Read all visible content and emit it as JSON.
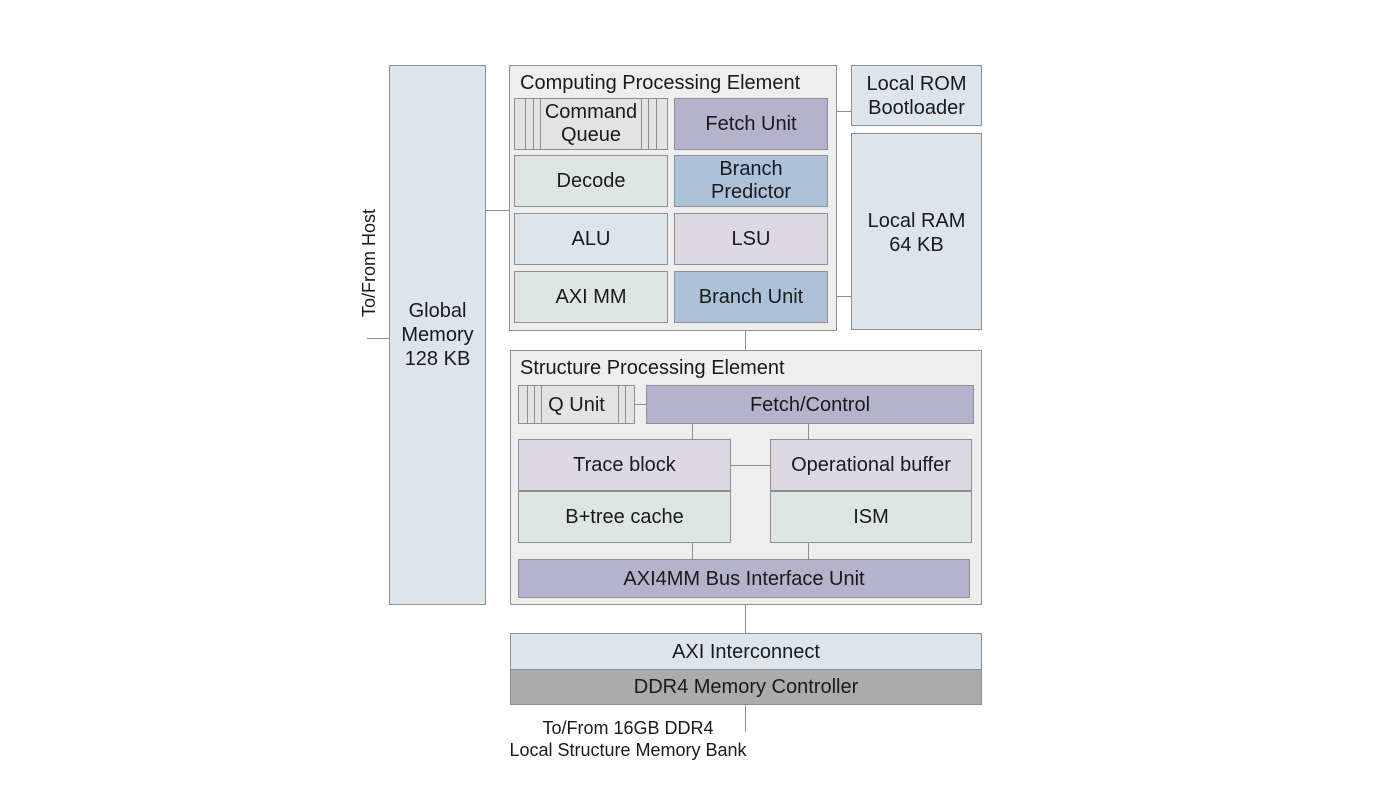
{
  "host_label": "To/From Host",
  "global_memory": "Global\nMemory\n128 KB",
  "computing_pe": {
    "title": "Computing Processing Element",
    "command_queue": "Command\nQueue",
    "fetch_unit": "Fetch Unit",
    "decode": "Decode",
    "branch_predictor": "Branch\nPredictor",
    "alu": "ALU",
    "lsu": "LSU",
    "axi_mm": "AXI MM",
    "branch_unit": "Branch Unit"
  },
  "local_rom": "Local ROM\nBootloader",
  "local_ram": "Local RAM\n64 KB",
  "structure_pe": {
    "title": "Structure Processing Element",
    "q_unit": "Q Unit",
    "fetch_control": "Fetch/Control",
    "trace_block": "Trace block",
    "operational_buffer": "Operational buffer",
    "btree_cache": "B+tree cache",
    "ism": "ISM",
    "axi4mm_biu": "AXI4MM Bus Interface Unit"
  },
  "axi_interconnect": "AXI Interconnect",
  "ddr4_controller": "DDR4 Memory Controller",
  "bottom_label": "To/From 16GB DDR4\nLocal Structure Memory Bank"
}
